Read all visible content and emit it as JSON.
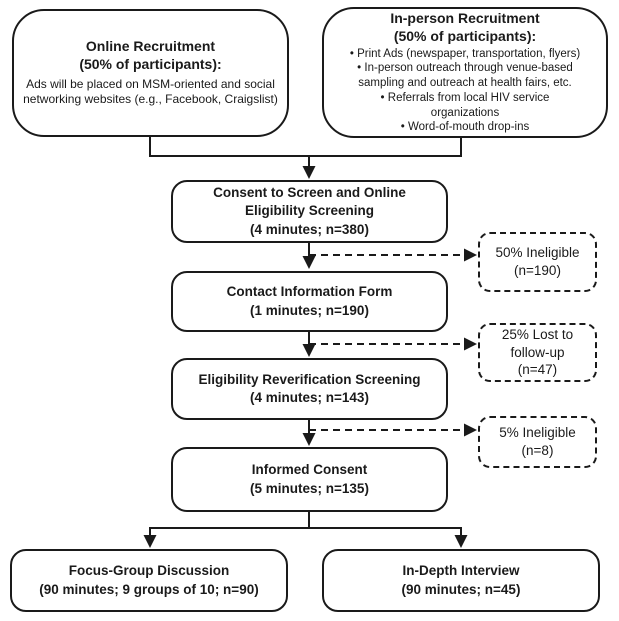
{
  "icons": {
    "bullet": "•"
  },
  "colors": {
    "line": "#1a1a1a",
    "box_border": "#1a1a1a",
    "background": "#ffffff",
    "text": "#1a1a1a"
  },
  "boxes": {
    "online_recruitment": {
      "title": "Online Recruitment\n(50% of participants):",
      "body": "Ads will be placed on MSM-oriented and social\nnetworking websites (e.g., Facebook, Craigslist)"
    },
    "in_person_recruitment": {
      "title": "In-person Recruitment\n(50% of participants):",
      "bullets": [
        "Print Ads (newspaper, transportation, flyers)",
        "In-person outreach through venue-based\nsampling and outreach at health fairs, etc.",
        "Referrals from local HIV service\norganizations",
        "Word-of-mouth drop-ins"
      ]
    },
    "consent_screen": {
      "label": "Consent to Screen and Online\nEligibility Screening\n(4 minutes; n=380)"
    },
    "contact_form": {
      "label": "Contact Information Form\n(1 minutes; n=190)"
    },
    "eligibility_reverification": {
      "label": "Eligibility Reverification Screening\n(4 minutes; n=143)"
    },
    "informed_consent": {
      "label": "Informed Consent\n(5 minutes; n=135)"
    },
    "focus_group": {
      "label": "Focus-Group Discussion\n(90 minutes; 9 groups of 10; n=90)"
    },
    "in_depth_interview": {
      "label": "In-Depth Interview\n(90 minutes; n=45)"
    }
  },
  "dropout_boxes": {
    "ineligible_50": {
      "label": "50% Ineligible\n(n=190)"
    },
    "lost_followup_25": {
      "label": "25% Lost to\nfollow-up\n(n=47)"
    },
    "ineligible_5": {
      "label": "5% Ineligible\n(n=8)"
    }
  }
}
